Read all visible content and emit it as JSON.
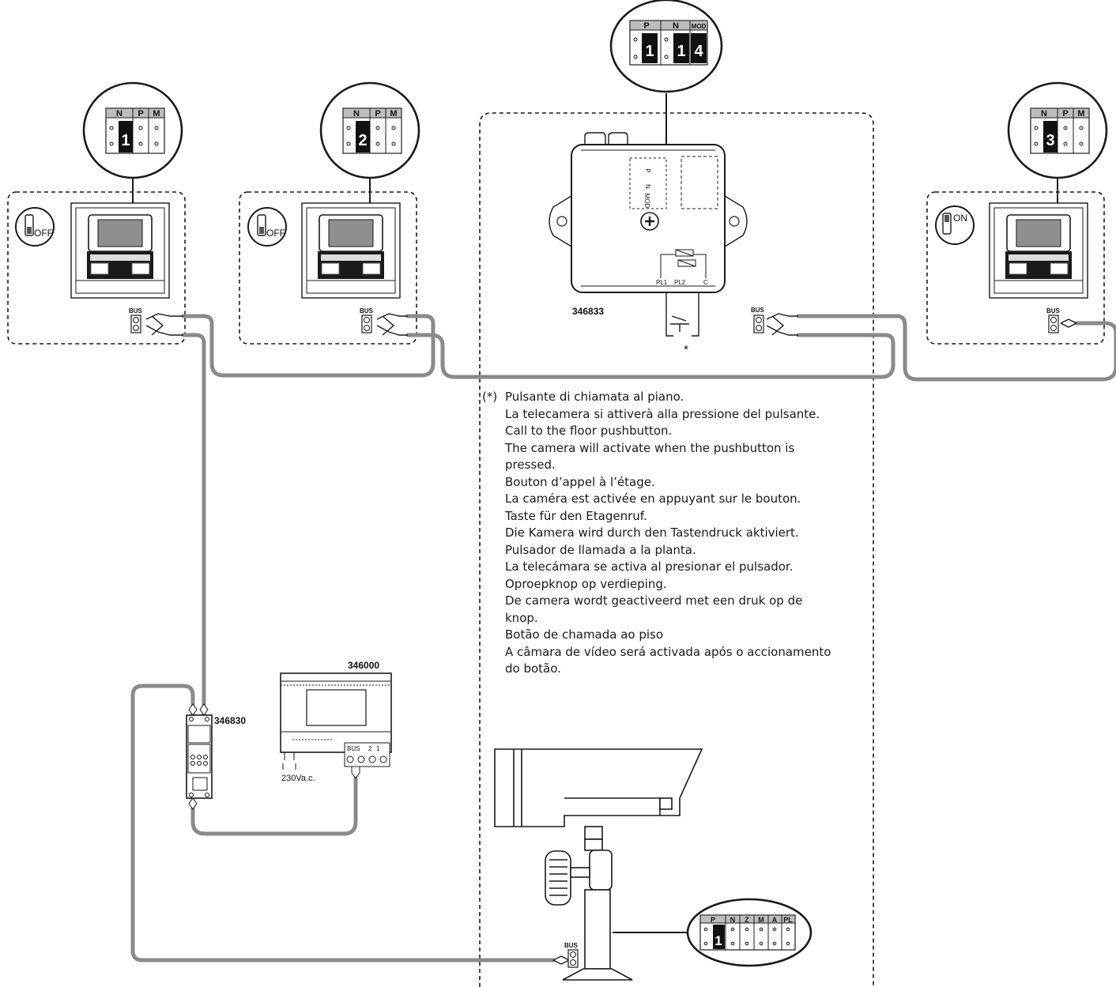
{
  "configurators": {
    "handset1": {
      "headers": [
        "N",
        "P",
        "M"
      ],
      "value": "1"
    },
    "handset2": {
      "headers": [
        "N",
        "P",
        "M"
      ],
      "value": "2"
    },
    "handset3": {
      "headers": [
        "N",
        "P",
        "M"
      ],
      "value": "3"
    },
    "module": {
      "headers": [
        "P",
        "N",
        "MOD"
      ],
      "values": [
        "1",
        "1",
        "4"
      ]
    },
    "camera": {
      "headers": [
        "P",
        "N",
        "Z",
        "M",
        "A",
        "PL"
      ],
      "value": "1"
    }
  },
  "switches": {
    "handset1": "OFF",
    "handset2": "OFF",
    "handset3": "ON"
  },
  "labels": {
    "bus": "BUS",
    "module_code": "346833",
    "module_terminals": [
      "PL1",
      "PL2",
      "C"
    ],
    "module_slots": [
      "P",
      "N",
      "MOD"
    ],
    "pushbutton_mark": "*",
    "power_supply_code": "346000",
    "power_supply_terminals": [
      "BUS",
      "2",
      "1"
    ],
    "power_input": "230Va.c.",
    "bus_adapter_code": "346830"
  },
  "notes": {
    "marker": "(*)",
    "lines": [
      "Pulsante di chiamata al piano.",
      "La telecamera si attiverà alla pressione del pulsante.",
      "Call to the floor pushbutton.",
      "The camera will activate when the pushbutton is pressed.",
      "Bouton d’appel à l’étage.",
      "La caméra est activée en appuyant sur le bouton.",
      "Taste für den Etagenruf.",
      "Die Kamera wird durch den Tastendruck aktiviert.",
      "Pulsador de llamada a la planta.",
      "La telecámara se activa al presionar el pulsador.",
      "Oproepknop op verdieping.",
      "De camera wordt geactiveerd met een druk op de knop.",
      "Botão de chamada ao piso",
      "A câmara de vídeo será activada após o accionamento do botão."
    ]
  },
  "colors": {
    "cable": "#8a8a8a",
    "line": "#1a1a1a",
    "configurator_header": "#bdbdbd"
  }
}
